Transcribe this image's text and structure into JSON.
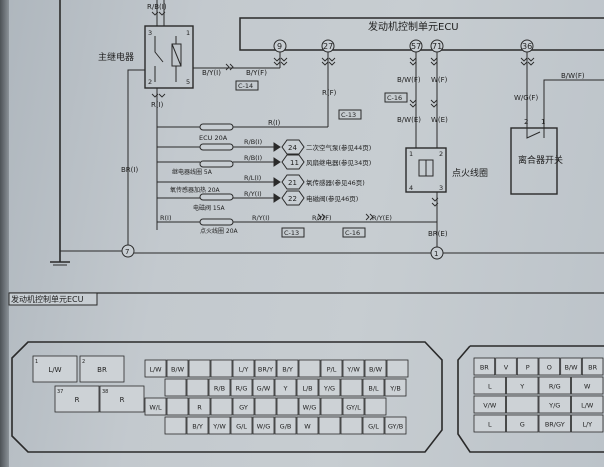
{
  "labels": {
    "ecu_title": "发动机控制单元ECU",
    "main_relay": "主继电器",
    "ignition_coil": "点火线圈",
    "clutch_switch": "离合器开关",
    "ecu_connector_title": "发动机控制单元ECU",
    "pin9": "9",
    "pin27": "27",
    "pin57": "57",
    "pin71": "71",
    "pin36": "36",
    "ground1": "1",
    "ground7": "7",
    "wire_rb_top": "R/B(I)",
    "wire_by_relay": "B/Y(I)",
    "wire_by_f": "B/Y(F)",
    "conn_c14": "C-14",
    "wire_rf": "R(F)",
    "conn_c13_top": "C-13",
    "wire_r_relay": "R(I)",
    "wire_br_left": "BR(I)",
    "wire_bw_f": "B/W(F)",
    "wire_ww_f": "W(F)",
    "conn_c16_top": "C-16",
    "wire_bw_e": "B/W(E)",
    "wire_w_e": "W(E)",
    "wire_wg_f": "W/G(F)",
    "wire_bw_f_right": "B/W(F)",
    "wire_br_e": "BR(E)",
    "fuse_ecu": "ECU 20A",
    "wire_ri_ecu": "R(I)",
    "fuse_relay": "继电器线圈 5A",
    "fuse_o2": "氧传感器加热 20A",
    "fuse_valve": "电磁阀 15A",
    "fuse_ign": "点火线圈 20A",
    "wire_rb_i": "R/B(I)",
    "wire_rb2": "R/B(I)",
    "wire_rl_i": "R/L(I)",
    "wire_ry_i": "R/Y(I)",
    "wire_ry_i2": "R/Y(I)",
    "wire_ry_f": "R/Y(F)",
    "wire_ry_e": "R/Y(E)",
    "wire_r_i_bottom": "R(I)",
    "conn_c13_bottom": "C-13",
    "conn_c16_bottom": "C-16",
    "ref24": "24",
    "ref11": "11",
    "ref21": "21",
    "ref22": "22",
    "ref24_text": "二次空气泵(参见44页)",
    "ref11_text": "风扇继电器(参见34页)",
    "ref21_text": "氧传感器(参见46页)",
    "ref22_text": "电磁阀(参见46页)",
    "relay_p3": "3",
    "relay_p1": "1",
    "relay_p2": "2",
    "relay_p5": "5",
    "coil_p1": "1",
    "coil_p2": "2",
    "coil_p3": "3",
    "coil_p4": "4",
    "clutch_p2": "2",
    "clutch_p1": "1"
  },
  "connector_left": {
    "big_cells": [
      "L/W",
      "BR",
      "R",
      "R"
    ],
    "big_nums": [
      "1",
      "2",
      "37",
      "38"
    ],
    "row1": [
      "L/W",
      "B/W",
      "",
      "",
      "L/Y",
      "BR/Y",
      "B/Y",
      "",
      "P/L",
      "Y/W",
      "B/W",
      ""
    ],
    "row2": [
      "",
      "",
      "R/B",
      "R/G",
      "G/W",
      "Y",
      "L/B",
      "Y/G",
      "",
      "B/L",
      "Y/B"
    ],
    "row3": [
      "W/L",
      "",
      "R",
      "",
      "GY",
      "",
      "",
      "W/G",
      "",
      "GY/L",
      ""
    ],
    "row4": [
      "",
      "B/Y",
      "Y/W",
      "G/L",
      "W/G",
      "G/B",
      "W",
      "",
      "",
      "G/L",
      "GY/B"
    ]
  },
  "connector_right": {
    "row1": [
      "BR",
      "V",
      "P",
      "O",
      "B/W",
      "BR"
    ],
    "row2": [
      "L",
      "Y",
      "R/G",
      "W"
    ],
    "row3": [
      "V/W",
      "",
      "Y/G",
      "L/W"
    ],
    "row4": [
      "L",
      "G",
      "BR/GY",
      "L/Y"
    ]
  }
}
